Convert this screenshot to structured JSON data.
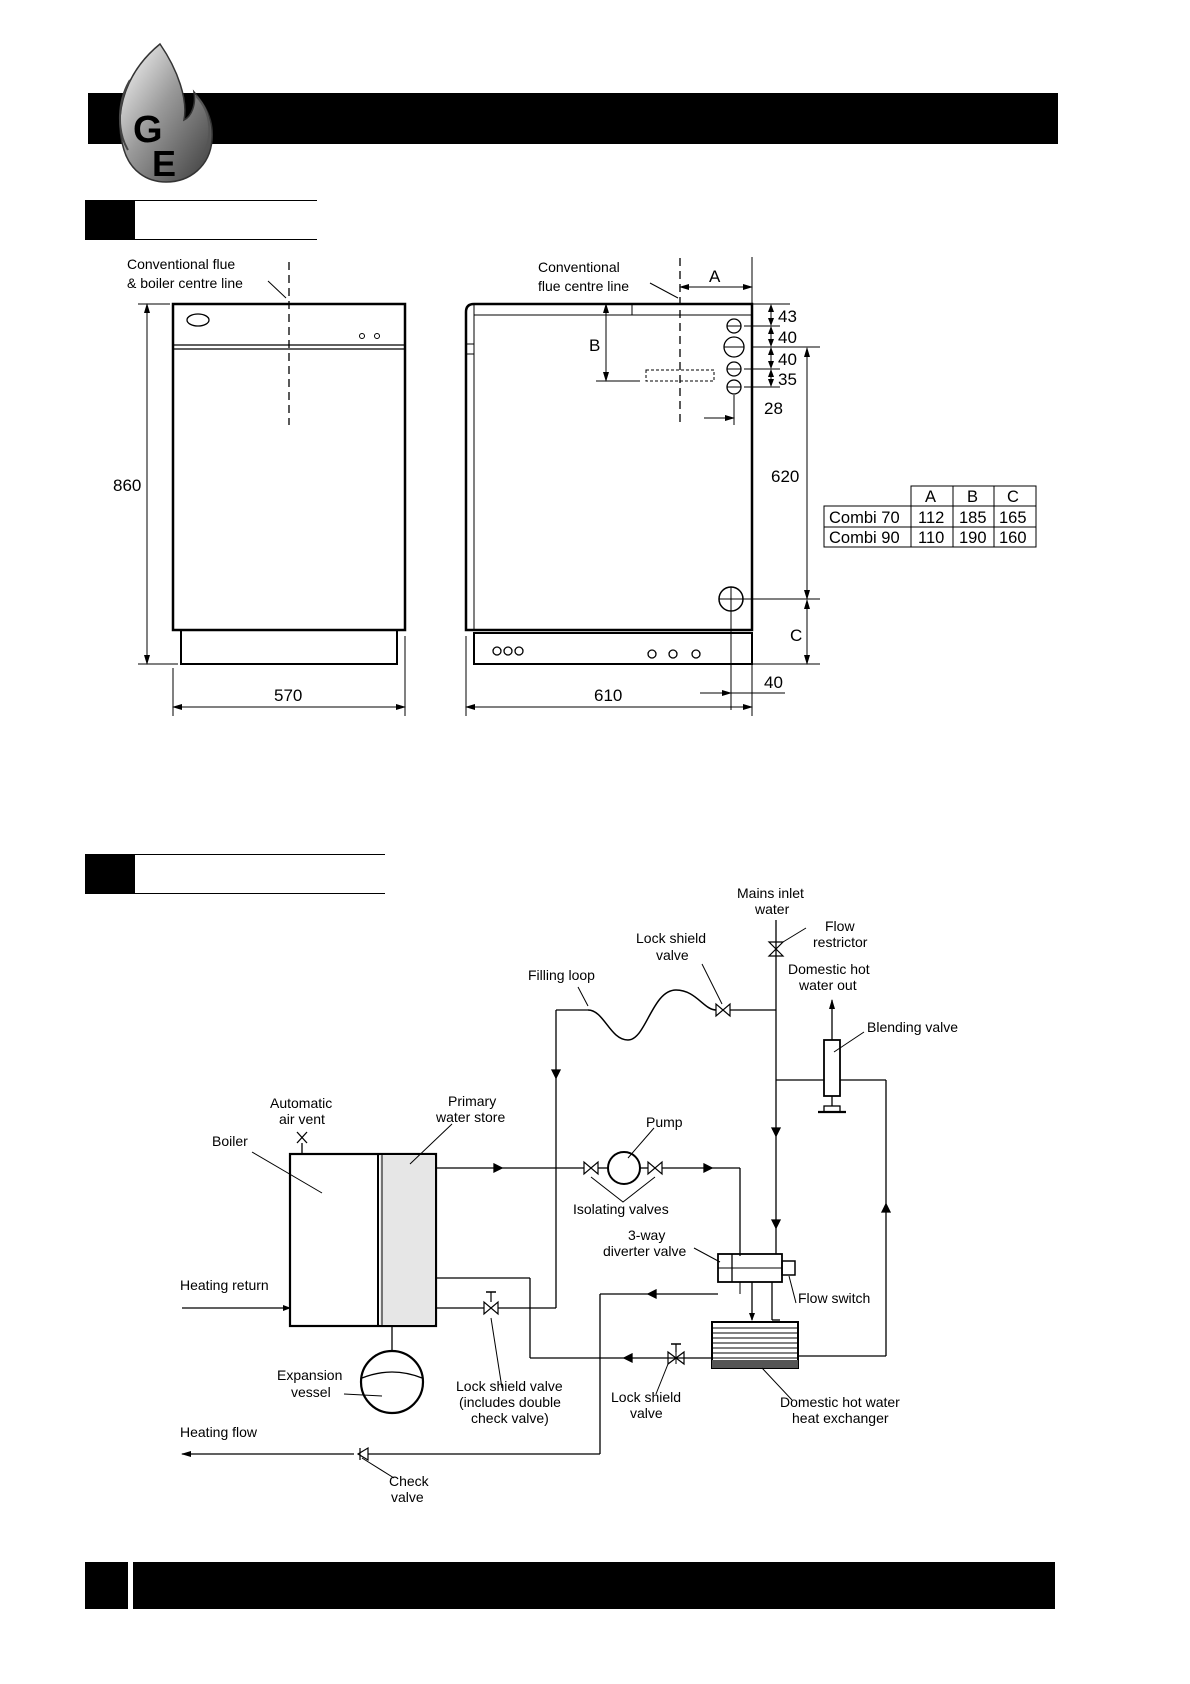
{
  "elevation": {
    "front_label_1": "Conventional flue",
    "front_label_2": "& boiler centre line",
    "side_label_1": "Conventional",
    "side_label_2": "flue centre line",
    "dim_height": "860",
    "dim_front_width": "570",
    "dim_side_width": "610",
    "dim_a": "A",
    "dim_b": "B",
    "dim_c": "C",
    "dim_43": "43",
    "dim_40a": "40",
    "dim_40b": "40",
    "dim_35": "35",
    "dim_28": "28",
    "dim_620": "620",
    "dim_40_bottom": "40"
  },
  "dimension_table": {
    "headers": [
      "A",
      "B",
      "C"
    ],
    "rows": [
      {
        "model": "Combi 70",
        "a": "112",
        "b": "185",
        "c": "165"
      },
      {
        "model": "Combi 90",
        "a": "110",
        "b": "190",
        "c": "160"
      }
    ]
  },
  "schematic": {
    "mains_inlet_1": "Mains inlet",
    "mains_inlet_2": "water",
    "flow_restrictor_1": "Flow",
    "flow_restrictor_2": "restrictor",
    "lock_shield_top_1": "Lock shield",
    "lock_shield_top_2": "valve",
    "dhw_out_1": "Domestic hot",
    "dhw_out_2": "water out",
    "filling_loop": "Filling loop",
    "blending_valve": "Blending valve",
    "auto_air_vent_1": "Automatic",
    "auto_air_vent_2": "air vent",
    "primary_store_1": "Primary",
    "primary_store_2": "water store",
    "pump": "Pump",
    "boiler": "Boiler",
    "isolating_valves": "Isolating valves",
    "diverter_1": "3-way",
    "diverter_2": "diverter valve",
    "heating_return": "Heating return",
    "flow_switch": "Flow switch",
    "expansion_1": "Expansion",
    "expansion_2": "vessel",
    "lsv_check_1": "Lock shield valve",
    "lsv_check_2": "(includes double",
    "lsv_check_3": "check valve)",
    "lsv_bottom_1": "Lock shield",
    "lsv_bottom_2": "valve",
    "dhw_hx_1": "Domestic hot water",
    "dhw_hx_2": "heat exchanger",
    "heating_flow": "Heating flow",
    "check_valve_1": "Check",
    "check_valve_2": "valve"
  }
}
